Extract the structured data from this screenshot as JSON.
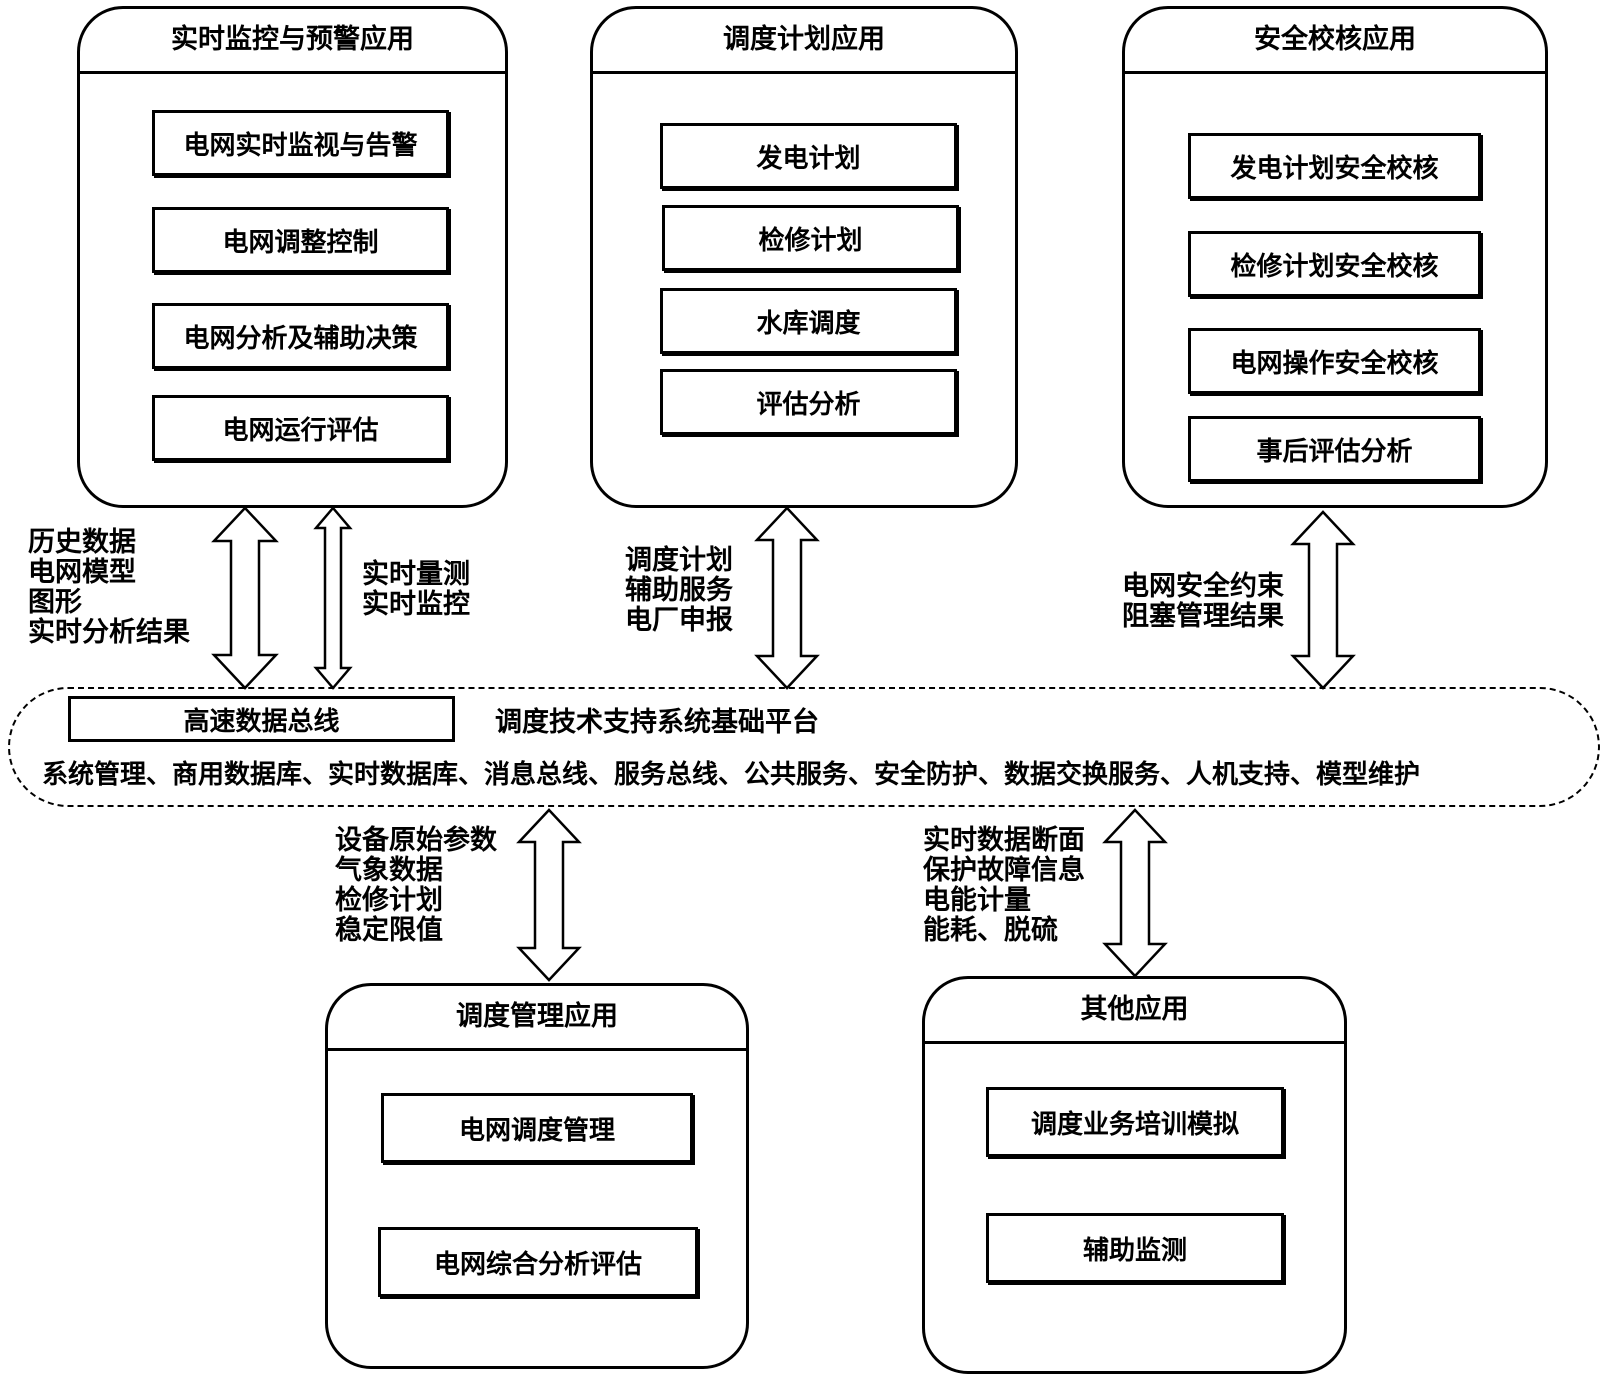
{
  "panels": {
    "realtime": {
      "title": "实时监控与预警应用",
      "items": [
        "电网实时监视与告警",
        "电网调整控制",
        "电网分析及辅助决策",
        "电网运行评估"
      ]
    },
    "schedule": {
      "title": "调度计划应用",
      "items": [
        "发电计划",
        "检修计划",
        "水库调度",
        "评估分析"
      ]
    },
    "security": {
      "title": "安全校核应用",
      "items": [
        "发电计划安全校核",
        "检修计划安全校核",
        "电网操作安全校核",
        "事后评估分析"
      ]
    },
    "management": {
      "title": "调度管理应用",
      "items": [
        "电网调度管理",
        "电网综合分析评估"
      ]
    },
    "other": {
      "title": "其他应用",
      "items": [
        "调度业务培训模拟",
        "辅助监测"
      ]
    }
  },
  "flows": {
    "realtime_down": [
      "历史数据",
      "电网模型",
      "图形",
      "实时分析结果"
    ],
    "realtime_up": [
      "实时量测",
      "实时监控"
    ],
    "schedule": [
      "调度计划",
      "辅助服务",
      "电厂申报"
    ],
    "security": [
      "电网安全约束",
      "阻塞管理结果"
    ],
    "management": [
      "设备原始参数",
      "气象数据",
      "检修计划",
      "稳定限值"
    ],
    "other": [
      "实时数据断面",
      "保护故障信息",
      "电能计量",
      "能耗、脱硫"
    ]
  },
  "platform": {
    "bus_label": "高速数据总线",
    "title": "调度技术支持系统基础平台",
    "services": "系统管理、商用数据库、实时数据库、消息总线、服务总线、公共服务、安全防护、数据交换服务、人机支持、模型维护"
  }
}
